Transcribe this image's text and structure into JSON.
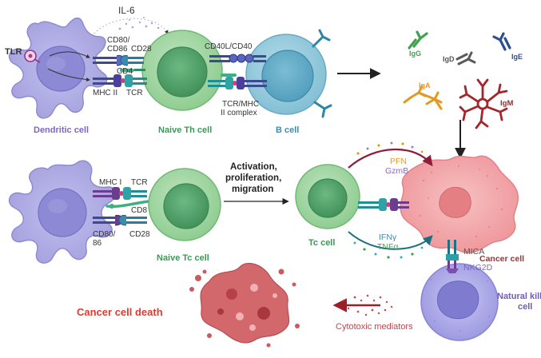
{
  "labels": {
    "il6": "IL-6",
    "tlr": "TLR",
    "cd80_cd86_top": "CD80/",
    "cd80_cd86_bottom": "CD86",
    "cd28_top": "CD28",
    "cd4": "CD4",
    "mhc2": "MHC II",
    "tcr_top": "TCR",
    "cd40l_cd40": "CD40L/CD40",
    "tcr_mhc_1": "TCR/MHC",
    "tcr_mhc_2": "II complex",
    "dendritic_cell": "Dendritic cell",
    "naive_th_cell": "Naive Th cell",
    "b_cell": "B cell",
    "igg": "IgG",
    "igd": "IgD",
    "ige": "IgE",
    "iga": "IgA",
    "igm": "IgM",
    "mhc1": "MHC I",
    "tcr_bottom": "TCR",
    "cd8": "CD8",
    "cd80_86_top": "CD80/",
    "cd80_86_bottom": "86",
    "cd28_bottom": "CD28",
    "naive_tc_cell": "Naive Tc cell",
    "activation_1": "Activation,",
    "activation_2": "proliferation,",
    "activation_3": "migration",
    "pfn": "PFN",
    "gzmb": "GzmB",
    "tc_cell": "Tc cell",
    "cancer_cell": "Cancer cell",
    "ifng": "IFNγ",
    "tnfa": "TNFα",
    "mica": "MICA",
    "nkg2d": "NKG2D",
    "nk_cell_1": "Natural killer",
    "nk_cell_2": "cell",
    "cancer_cell_death": "Cancer cell death",
    "cytotoxic_mediators": "Cytotoxic mediators"
  },
  "colors": {
    "dendritic": "#a9a7e0",
    "dendritic_nucleus": "#8d89d4",
    "th_green": "#9fd3a0",
    "th_nucleus": "#4f9f66",
    "b_blue": "#8fc9dc",
    "b_nucleus": "#5aa7c4",
    "cancer_pink": "#f2a4a7",
    "cancer_nucleus": "#e47f84",
    "nk_purple": "#a7a4e6",
    "death_red": "#c95b5f",
    "igg": "#3fa34d",
    "igd": "#555555",
    "ige": "#2c4f91",
    "iga": "#e39a24",
    "igm": "#a3262b",
    "label_green": "#3a9a55",
    "label_blue": "#3b8db3",
    "label_purple": "#7a67c2"
  }
}
